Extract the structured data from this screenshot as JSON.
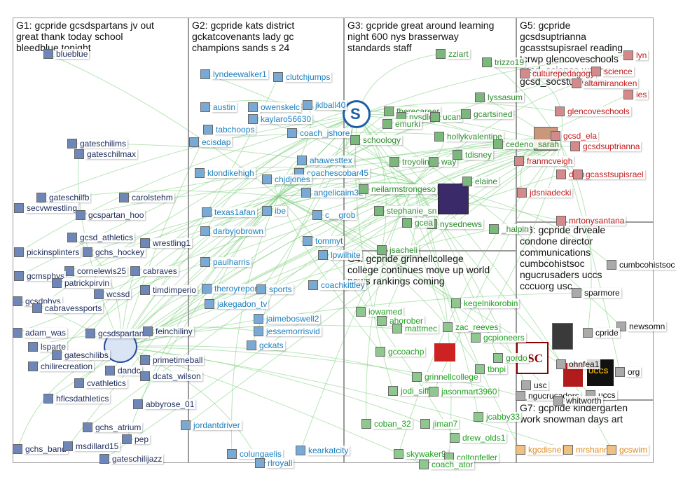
{
  "colors": {
    "g1": "#1d2b5a",
    "g2": "#1b7fbf",
    "g3": "#2e8b2e",
    "g4": "#1ea01e",
    "g5": "#c31b1b",
    "g6": "#111111",
    "g7": "#e08a1e",
    "edge": "#7fcf7f"
  },
  "groups": [
    {
      "id": "g1",
      "title": "G1: gcpride gcsdspartans jv out\ngreat thank today school\nbleedblue tonight"
    },
    {
      "id": "g2",
      "title": "G2: gcpride kats district\ngckatcovenants lady gc\nchampions sands s 24"
    },
    {
      "id": "g3",
      "title": "G3: gcpride great around learning\nnight 600 nys brasserway\nstandards staff"
    },
    {
      "id": "g4",
      "title": "G4: gcpride grinnellcollege\ncollege continues move up world\nnews rankings coming"
    },
    {
      "id": "g5",
      "title": "G5: gcpride\ngcsdsuptrianna\ngcasstsupisrael reading\ntcrwp glencoveschools\ngcsd_science writing\ngcsd_socstudies ss"
    },
    {
      "id": "g6",
      "title": "G6: gcpride drveale\ncondone director\ncommunications\ncumbcohistsoc\nngucrusaders uccs\ncccuorg usc"
    },
    {
      "id": "g7",
      "title": "G7: gcpride kindergarten\nwork snowman days art"
    }
  ],
  "nodes": {
    "g1": [
      "blueblue",
      "gateschilims",
      "gateschilmax",
      "gateschilfb",
      "carolstehm",
      "secvwrestling",
      "gcspartan_hoo",
      "gcsd_athletics",
      "pickinsplinters",
      "gchs_hockey",
      "wrestling1",
      "cornelewis25",
      "cabraves",
      "gcmsphys",
      "patrickpirvin",
      "timdimperio",
      "wcssd",
      "gcsdphys",
      "cabravessports",
      "adam_was",
      "gcsdspartans",
      "feinchiliny",
      "lsparte",
      "gateschilibs",
      "primetimeball",
      "chilirecreation",
      "dandc",
      "dcats_wilson",
      "cvathletics",
      "hflcsdathletics",
      "abbyrose_01",
      "gchs_atrium",
      "gchs_band",
      "msdillard15",
      "gateschilijazz",
      "pep"
    ],
    "g2": [
      "lyndeewalker1",
      "clutchjumps",
      "austin",
      "owenskelc",
      "jklball40",
      "kaylaro56630",
      "tabchoops",
      "coach_jshore",
      "ecisdap",
      "ahawesttex",
      "klondikehigh",
      "coachescobar45",
      "texas1afan",
      "chjdjones",
      "angelicaim32",
      "ibe",
      "c__grob",
      "darbyjobrown",
      "tommyt",
      "paulharris",
      "lpwilhite",
      "theroyreport",
      "sports",
      "coachkittley",
      "jakegadon_tv",
      "jaimeboswell2",
      "jessemorrisvid",
      "gckats",
      "jordantdriver",
      "colungaelis",
      "kearkatcity",
      "rlroyall"
    ],
    "g3": [
      "zziart",
      "trizzo19",
      "fherecareer",
      "schoology",
      "nysdlc",
      "ucan",
      "lyssasum",
      "gcartsined",
      "hollykvalentine",
      "emurki",
      "cedeno_sarah",
      "troyolin",
      "way",
      "tdisney",
      "elaine",
      "neilarmstrongeso",
      "stephanie_sn",
      "nysednews",
      "gcea",
      "_halpin",
      "jsacheli"
    ],
    "g4": [
      "iowamed",
      "kegelnikorobin",
      "ahorober",
      "mattmec",
      "zac_reeves",
      "gcpioneers",
      "gccoachp",
      "gordo",
      "grinnellcollege",
      "jodi_siff",
      "jasonmart3960",
      "tbnpi",
      "coban_32",
      "jiman7",
      "jcabby33",
      "skywaker9",
      "drew_olds1",
      "coltonfeller",
      "coach_ator"
    ],
    "g5": [
      "lyn",
      "culturepedagogy",
      "science",
      "altamiranoken",
      "ies",
      "glencoveschools",
      "franmcveigh",
      "gcsd_ela",
      "gcsdsuptrianna",
      "diana",
      "gcasstsupisrael",
      "jdsniadecki",
      "mrtonysantana"
    ],
    "g6": [
      "cumbcohistsoc",
      "sparmore",
      "newsomn",
      "cpride",
      "ohnfea1",
      "usc",
      "ngucrusaders",
      "uccs",
      "org",
      "whitworth"
    ],
    "g7": [
      "kgcdisne",
      "mrshann",
      "gcswim"
    ]
  }
}
